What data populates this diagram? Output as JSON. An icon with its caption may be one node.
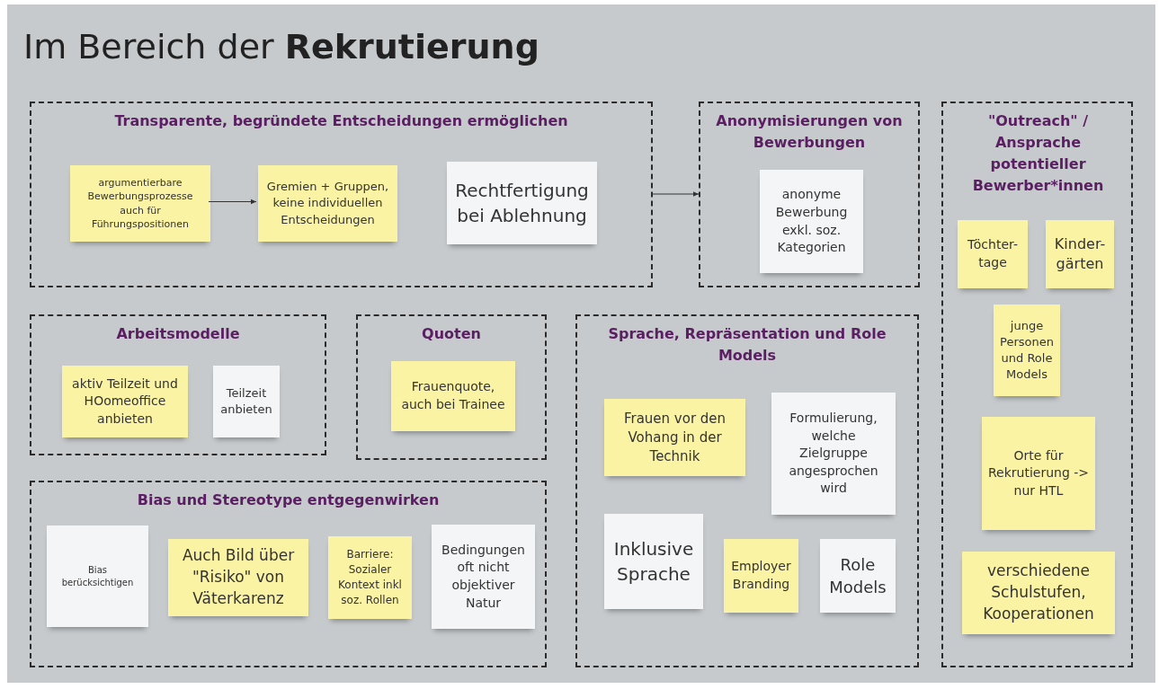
{
  "diagram": {
    "title": "Im Bereich der **Rekrutierung**",
    "nodes": [
      {
        "text": [
          "Transparente, begründete Entscheidungen ermöglichen"
        ]
      },
      {
        "text": [
          "argumentierbare Bewerbungsprozesse auch für Führungspositionen"
        ],
        "in": 0
      },
      {
        "text": [
          "Gremien + Gruppen, keine individuellen Entscheidungen"
        ],
        "in": 0
      },
      {
        "text": [
          "Rechtfertigung bei Ablehnung"
        ],
        "in": 0
      },
      {
        "text": [
          "Anonymisierungen von Bewerbungen"
        ]
      },
      {
        "text": [
          "anonyme Bewerbung exkl. soz. Kategorien"
        ],
        "in": 4
      },
      {
        "text": [
          "\"Outreach\" / Ansprache potentieller Bewerber*innen"
        ]
      },
      {
        "text": [
          "Töchter-tage"
        ],
        "in": 6
      },
      {
        "text": [
          "Kinder-gärten"
        ],
        "in": 6
      },
      {
        "text": [
          "junge Personen und Role Models"
        ],
        "in": 6
      },
      {
        "text": [
          "Orte für Rekrutierung -> nur HTL"
        ],
        "in": 6
      },
      {
        "text": [
          "verschiedene Schulstufen, Kooperationen"
        ],
        "in": 6
      },
      {
        "text": [
          "Arbeitsmodelle"
        ]
      },
      {
        "text": [
          "aktiv Teilzeit und HOomeoffice anbieten"
        ],
        "in": 12
      },
      {
        "text": [
          "Teilzeit anbieten"
        ],
        "in": 12
      },
      {
        "text": [
          "Quoten"
        ]
      },
      {
        "text": [
          "Frauenquote, auch bei Trainee"
        ],
        "in": 15
      },
      {
        "text": [
          "Sprache, Repräsentation und Role Models"
        ]
      },
      {
        "text": [
          "Frauen vor den Vohang in der Technik"
        ],
        "in": 17
      },
      {
        "text": [
          "Formulierung, welche Zielgruppe angesprochen wird"
        ],
        "in": 17
      },
      {
        "text": [
          "Inklusive Sprache"
        ],
        "in": 17
      },
      {
        "text": [
          "Employer Branding"
        ],
        "in": 17
      },
      {
        "text": [
          "Role Models"
        ],
        "in": 17
      },
      {
        "text": [
          "Bias und Stereotype entgegenwirken"
        ]
      },
      {
        "text": [
          "Bias berücksichtigen"
        ],
        "in": 23
      },
      {
        "text": [
          "Auch Bild über \"Risiko\" von Väterkarenz"
        ],
        "in": 23
      },
      {
        "text": [
          "Barriere: Sozialer Kontext inkl soz. Rollen"
        ],
        "in": 23
      },
      {
        "text": [
          "Bedingungen oft nicht objektiver Natur"
        ],
        "in": 23
      }
    ],
    "edges": [
      {
        "from": 1,
        "to": 2,
        "arrow": "to"
      },
      {
        "from": 0,
        "to": 4,
        "arrow": "to"
      }
    ]
  }
}
